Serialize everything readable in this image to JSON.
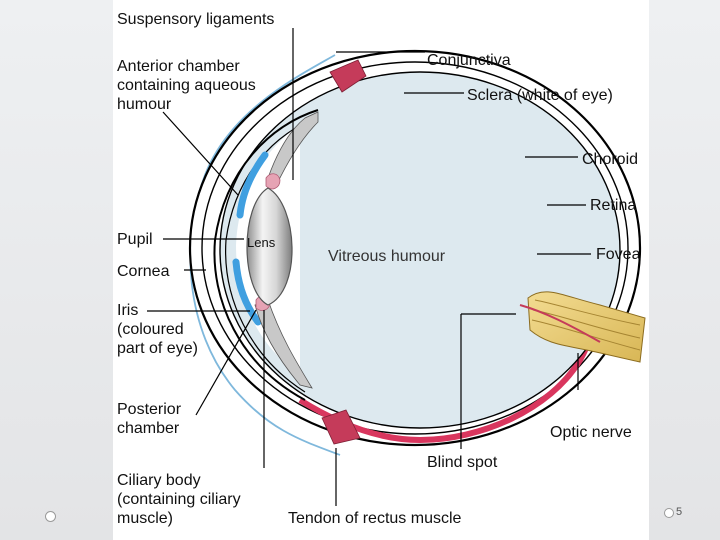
{
  "labels": {
    "suspensory_ligaments": "Suspensory ligaments",
    "conjunctiva": "Conjunctiva",
    "anterior_chamber": [
      "Anterior chamber",
      "containing aqueous",
      "humour"
    ],
    "sclera": "Sclera (white of eye)",
    "choroid": "Choroid",
    "retina": "Retina",
    "lens": "Lens",
    "pupil": "Pupil",
    "vitreous_humour": "Vitreous humour",
    "fovea": "Fovea",
    "cornea": "Cornea",
    "iris": [
      "Iris",
      "(coloured",
      "part of eye)"
    ],
    "posterior_chamber": [
      "Posterior",
      "chamber"
    ],
    "optic_nerve": "Optic nerve",
    "blind_spot": "Blind spot",
    "ciliary_body": [
      "Ciliary body",
      "(containing ciliary",
      "muscle)"
    ],
    "tendon": "Tendon of rectus muscle"
  },
  "footer": {
    "page_number": "5"
  },
  "colors": {
    "vitreous": "#dde9ef",
    "choroid": "#d9365e",
    "iris": "#3f9fe0",
    "conjunctiva": "#7fb8dc",
    "muscle": "#c53b5a",
    "nerve": "#e3c36a"
  }
}
